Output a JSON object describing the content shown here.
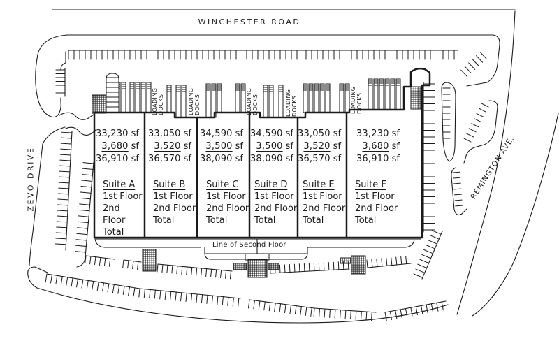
{
  "colors": {
    "ink": "#1b1b1b",
    "paper": "#ffffff"
  },
  "roads": {
    "top": "WINCHESTER ROAD",
    "left": "ZEVO DRIVE",
    "right": "REMINGTON AVE."
  },
  "building": {
    "loading_docks": {
      "line1": "LOADING",
      "line2": "DOCKS"
    },
    "second_floor_note": "Line of Second Floor"
  },
  "labels": {
    "first_floor": "1st Floor",
    "second_floor": "2nd Floor",
    "total": "Total",
    "sf_unit": "sf"
  },
  "suites": [
    {
      "name": "Suite A",
      "first_floor_sf": "33,230",
      "second_floor_sf": "3,680",
      "total_sf": "36,910"
    },
    {
      "name": "Suite B",
      "first_floor_sf": "33,050",
      "second_floor_sf": "3,520",
      "total_sf": "36,570"
    },
    {
      "name": "Suite C",
      "first_floor_sf": "34,590",
      "second_floor_sf": "3,500",
      "total_sf": "38,090"
    },
    {
      "name": "Suite D",
      "first_floor_sf": "34,590",
      "second_floor_sf": "3,500",
      "total_sf": "38,090"
    },
    {
      "name": "Suite E",
      "first_floor_sf": "33,050",
      "second_floor_sf": "3,520",
      "total_sf": "36,570"
    },
    {
      "name": "Suite F",
      "first_floor_sf": "33,230",
      "second_floor_sf": "3,680",
      "total_sf": "36,910"
    }
  ]
}
